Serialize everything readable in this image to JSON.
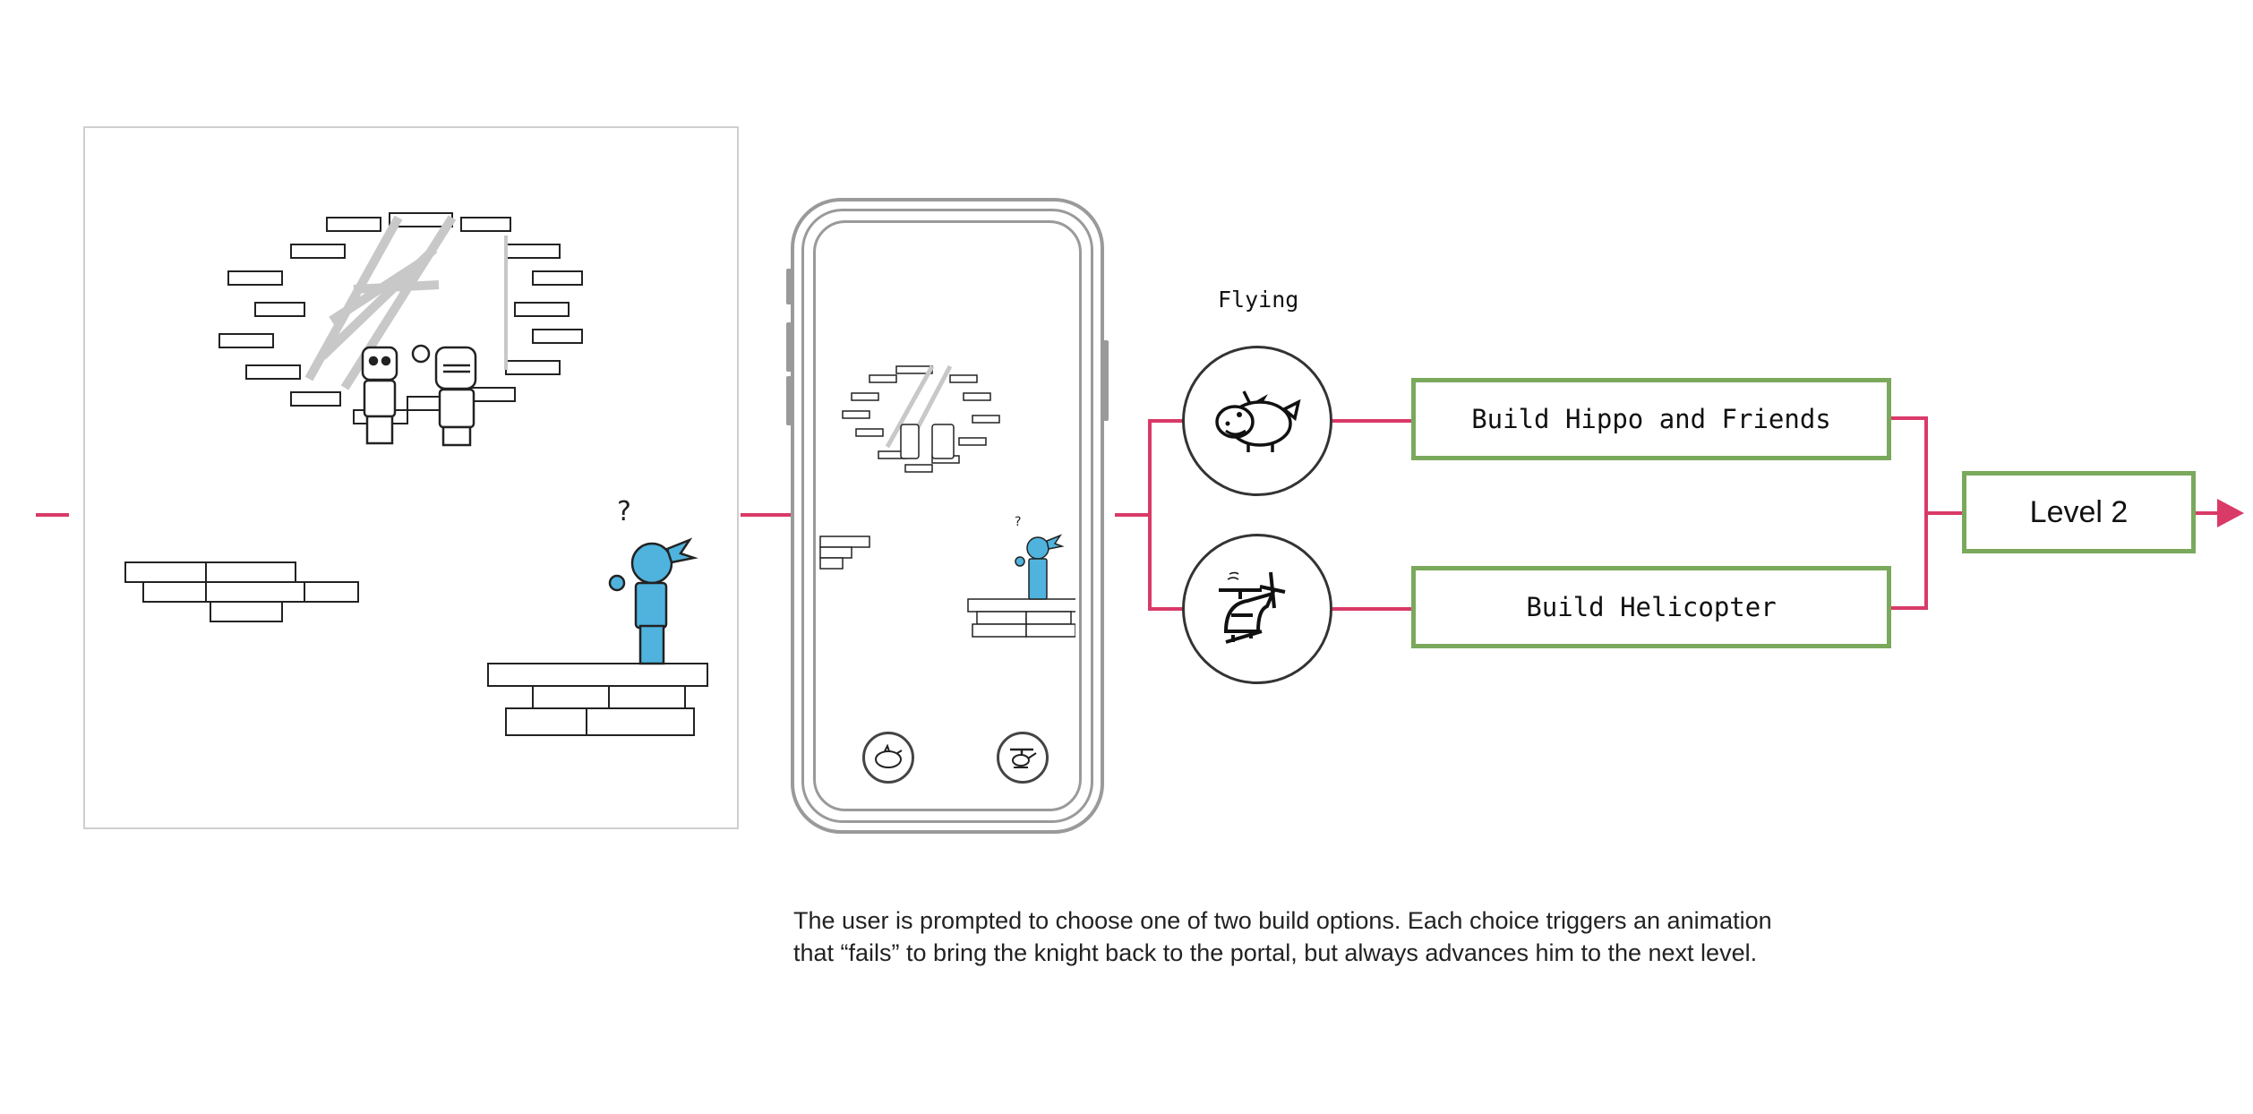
{
  "flow": {
    "label_flying": "Flying",
    "option_1": "Build Hippo and Friends",
    "option_2": "Build Helicopter",
    "result": "Level 2"
  },
  "caption": {
    "line1": "The user is prompted to choose one of two build options. Each choice triggers an animation",
    "line2": "that “fails” to bring the knight back to the portal, but always advances him to the next level."
  },
  "illustration": {
    "question_mark": "?"
  },
  "colors": {
    "connector": "#d93a68",
    "box_border": "#7aa95c",
    "knight": "#4fb3dd"
  }
}
